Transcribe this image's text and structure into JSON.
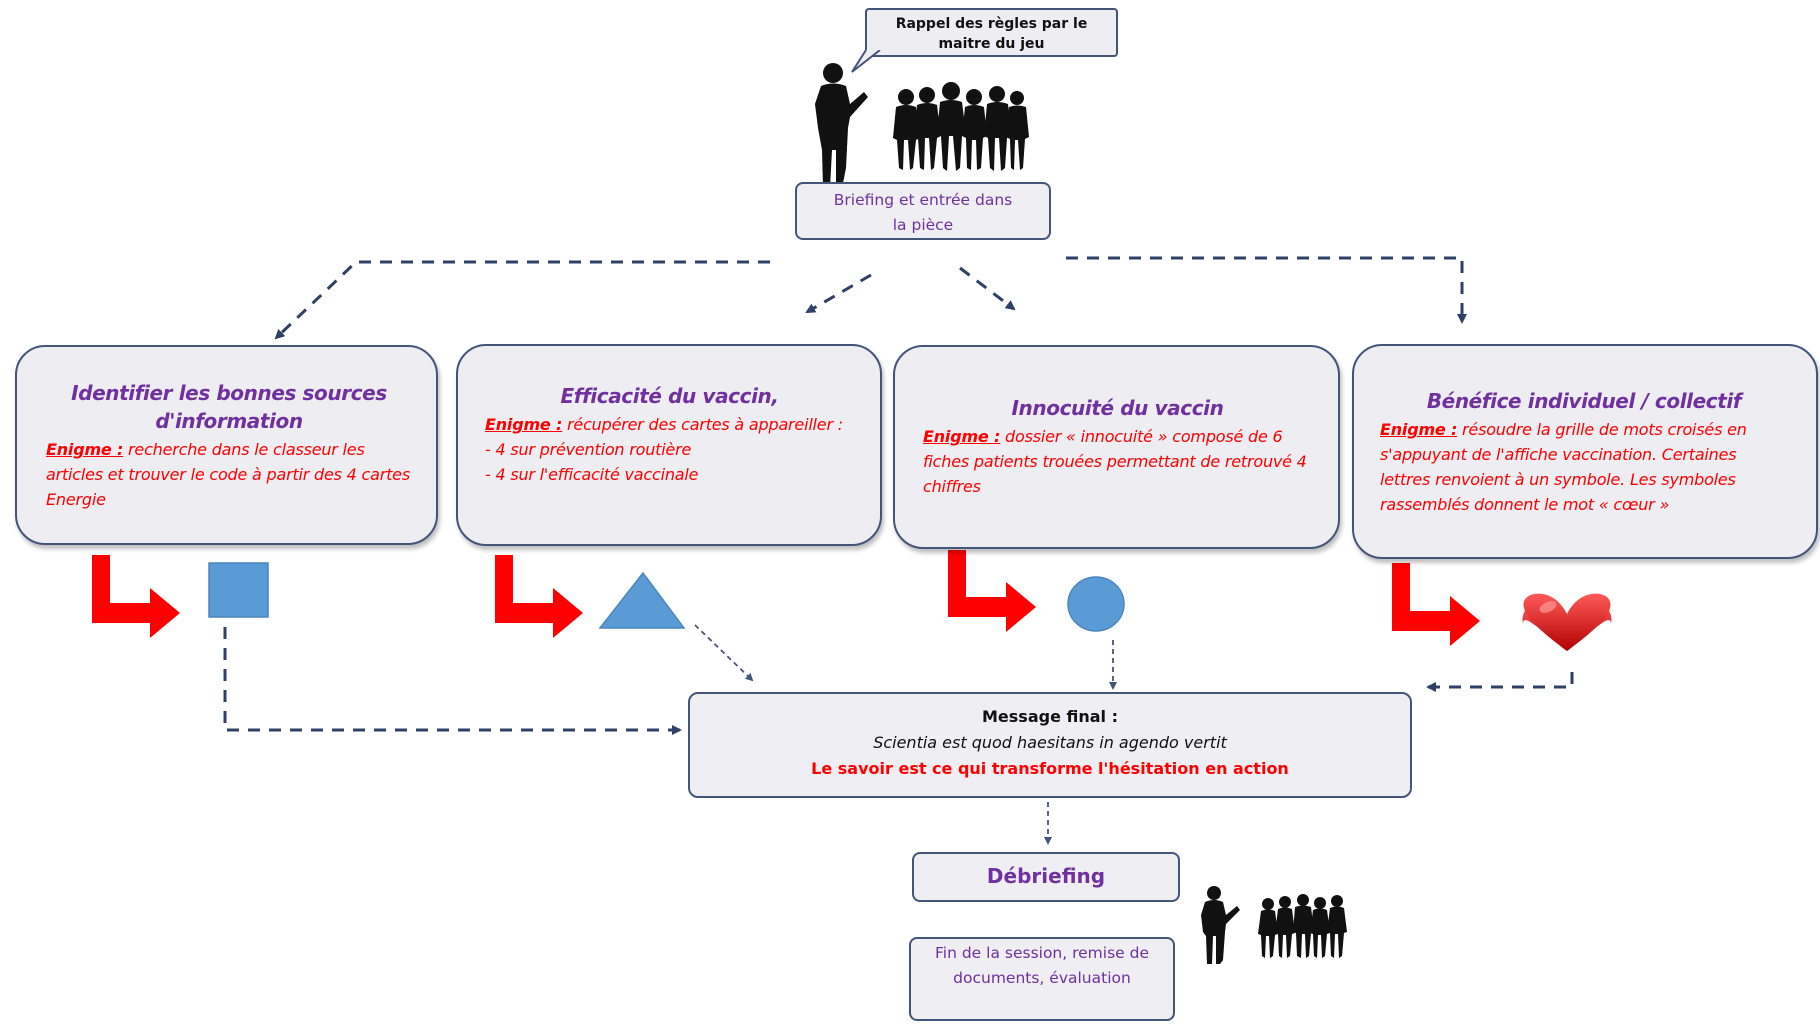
{
  "speech_bubble": {
    "text": "Rappel des règles par le maitre du jeu"
  },
  "briefing": {
    "label": "Briefing et entrée dans la pièce"
  },
  "cards": [
    {
      "title": "Identifier les bonnes sources d'information",
      "enigme_label": "Enigme :",
      "body": "recherche dans le classeur les articles et trouver le code à partir des 4 cartes Energie",
      "symbol": "blue-square",
      "symbol_color": "#5b9bd5"
    },
    {
      "title": "Efficacité du vaccin,",
      "enigme_label": "Enigme :",
      "body": "récupérer des cartes à appareiller :",
      "list": [
        "- 4 sur prévention routière",
        "- 4 sur l'efficacité vaccinale"
      ],
      "symbol": "blue-triangle",
      "symbol_color": "#5b9bd5"
    },
    {
      "title": "Innocuité du vaccin",
      "enigme_label": "Enigme :",
      "body": "dossier « innocuité » composé de 6 fiches patients trouées permettant de retrouvé 4 chiffres",
      "symbol": "blue-circle",
      "symbol_color": "#5b9bd5"
    },
    {
      "title": "Bénéfice individuel / collectif",
      "enigme_label": "Enigme :",
      "body": "résoudre la grille de mots croisés en s'appuyant de l'affiche vaccination. Certaines lettres renvoient à un symbole. Les symboles rassemblés donnent le mot « cœur »",
      "symbol": "red-heart",
      "symbol_color": "#d81e1e"
    }
  ],
  "final_message": {
    "heading": "Message final :",
    "latin": "Scientia est quod haesitans in agendo vertit",
    "translation": "Le savoir est ce qui transforme l'hésitation en action"
  },
  "debriefing": {
    "label": "Débriefing"
  },
  "end_session": {
    "label": "Fin de la session, remise de documents, évaluation"
  },
  "icons": [
    "game-master-silhouette-icon",
    "players-silhouette-icon"
  ],
  "colors": {
    "box_fill": "#ededf2",
    "box_border": "#44557a",
    "purple_text": "#7030a0",
    "red_text": "#ff0000",
    "arrow_dash": "#2e4066",
    "red_arrow": "#ff0000",
    "symbol_blue": "#5b9bd5"
  }
}
